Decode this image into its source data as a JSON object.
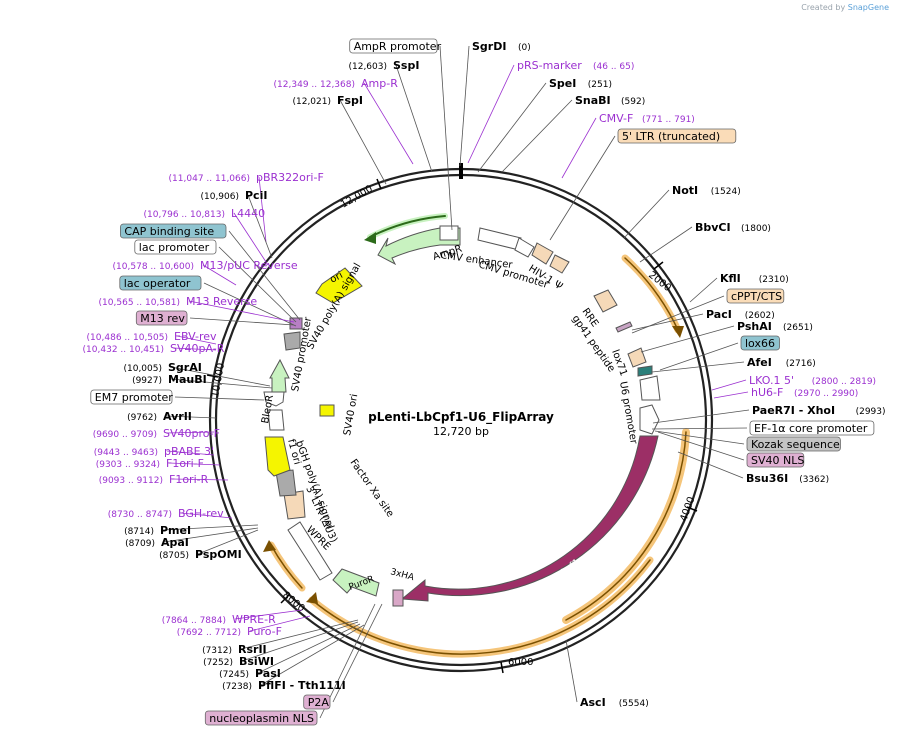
{
  "credit": {
    "prefix": "Created by",
    "brand": "SnapGene"
  },
  "plasmid": {
    "name": "pLenti-LbCpf1-U6_FlipArray",
    "size": "12,720 bp",
    "length": 12720
  },
  "colors": {
    "enzyme": "#000000",
    "primer": "#9b30d0",
    "line_grey": "#555555",
    "cds_pink": "#9c2f66",
    "promoter_white": "#ffffff",
    "resistance_green": "#c8f2c0",
    "ori_yellow": "#f5f500",
    "misc_orange": "#f5d9b8",
    "annotation_gold": "#f0a818"
  },
  "ticks": [
    {
      "label": "2000"
    },
    {
      "label": "4000"
    },
    {
      "label": "6000"
    },
    {
      "label": "8000"
    },
    {
      "label": "10,000"
    },
    {
      "label": "12,000"
    }
  ],
  "labels": [
    {
      "name": "AmpR promoter",
      "pos": "",
      "kind": "boxed-white"
    },
    {
      "name": "SgrDI",
      "pos": "(0)",
      "kind": "enzyme"
    },
    {
      "name": "SspI",
      "pos": "(12,603)",
      "kind": "enzyme-left"
    },
    {
      "name": "pRS-marker",
      "pos": "(46 .. 65)",
      "kind": "primer"
    },
    {
      "name": "Amp-R",
      "pos": "(12,349 .. 12,368)",
      "kind": "primer-left"
    },
    {
      "name": "SpeI",
      "pos": "(251)",
      "kind": "enzyme"
    },
    {
      "name": "FspI",
      "pos": "(12,021)",
      "kind": "enzyme-left"
    },
    {
      "name": "SnaBI",
      "pos": "(592)",
      "kind": "enzyme"
    },
    {
      "name": "CMV-F",
      "pos": "(771 .. 791)",
      "kind": "primer"
    },
    {
      "name": "5' LTR (truncated)",
      "pos": "",
      "kind": "boxed-orange"
    },
    {
      "name": "pBR322ori-F",
      "pos": "(11,047 .. 11,066)",
      "kind": "primer-left"
    },
    {
      "name": "PciI",
      "pos": "(10,906)",
      "kind": "enzyme-left"
    },
    {
      "name": "NotI",
      "pos": "(1524)",
      "kind": "enzyme"
    },
    {
      "name": "L4440",
      "pos": "(10,796 .. 10,813)",
      "kind": "primer-left"
    },
    {
      "name": "BbvCI",
      "pos": "(1800)",
      "kind": "enzyme"
    },
    {
      "name": "CAP binding site",
      "pos": "",
      "kind": "boxed-teal"
    },
    {
      "name": "lac promoter",
      "pos": "",
      "kind": "boxed-white"
    },
    {
      "name": "M13/pUC Reverse",
      "pos": "(10,578 .. 10,600)",
      "kind": "primer-left"
    },
    {
      "name": "KflI",
      "pos": "(2310)",
      "kind": "enzyme"
    },
    {
      "name": "lac operator",
      "pos": "",
      "kind": "boxed-teal"
    },
    {
      "name": "cPPT/CTS",
      "pos": "",
      "kind": "boxed-orange"
    },
    {
      "name": "M13 Reverse",
      "pos": "(10,565 .. 10,581)",
      "kind": "primer-left"
    },
    {
      "name": "PacI",
      "pos": "(2602)",
      "kind": "enzyme"
    },
    {
      "name": "M13 rev",
      "pos": "",
      "kind": "boxed-purple"
    },
    {
      "name": "PshAI",
      "pos": "(2651)",
      "kind": "enzyme"
    },
    {
      "name": "EBV-rev",
      "pos": "(10,486 .. 10,505)",
      "kind": "primer-left"
    },
    {
      "name": "lox66",
      "pos": "",
      "kind": "boxed-teal"
    },
    {
      "name": "SV40pA-R",
      "pos": "(10,432 .. 10,451)",
      "kind": "primer-left"
    },
    {
      "name": "AfeI",
      "pos": "(2716)",
      "kind": "enzyme"
    },
    {
      "name": "SgrAI",
      "pos": "(10,005)",
      "kind": "enzyme-left"
    },
    {
      "name": "MauBI",
      "pos": "(9927)",
      "kind": "enzyme-left"
    },
    {
      "name": "LKO.1 5'",
      "pos": "(2800 .. 2819)",
      "kind": "primer"
    },
    {
      "name": "EM7 promoter",
      "pos": "",
      "kind": "boxed-white"
    },
    {
      "name": "hU6-F",
      "pos": "(2970 .. 2990)",
      "kind": "primer"
    },
    {
      "name": "PaeR7I - XhoI",
      "pos": "(2993)",
      "kind": "enzyme"
    },
    {
      "name": "AvrII",
      "pos": "(9762)",
      "kind": "enzyme-left"
    },
    {
      "name": "EF-1α core promoter",
      "pos": "",
      "kind": "boxed-white"
    },
    {
      "name": "SV40pro-F",
      "pos": "(9690 .. 9709)",
      "kind": "primer-left"
    },
    {
      "name": "Kozak sequence",
      "pos": "",
      "kind": "boxed-grey"
    },
    {
      "name": "pBABE 3'",
      "pos": "(9443 .. 9463)",
      "kind": "primer-left"
    },
    {
      "name": "SV40 NLS",
      "pos": "",
      "kind": "boxed-purple"
    },
    {
      "name": "F1ori-F",
      "pos": "(9303 .. 9324)",
      "kind": "primer-left"
    },
    {
      "name": "Bsu36I",
      "pos": "(3362)",
      "kind": "enzyme"
    },
    {
      "name": "F1ori-R",
      "pos": "(9093 .. 9112)",
      "kind": "primer-left"
    },
    {
      "name": "BGH-rev",
      "pos": "(8730 .. 8747)",
      "kind": "primer-left"
    },
    {
      "name": "PmeI",
      "pos": "(8714)",
      "kind": "enzyme-left"
    },
    {
      "name": "ApaI",
      "pos": "(8709)",
      "kind": "enzyme-left"
    },
    {
      "name": "PspOMI",
      "pos": "(8705)",
      "kind": "enzyme-left"
    },
    {
      "name": "WPRE-R",
      "pos": "(7864 .. 7884)",
      "kind": "primer-left"
    },
    {
      "name": "Puro-F",
      "pos": "(7692 .. 7712)",
      "kind": "primer-left"
    },
    {
      "name": "RsrII",
      "pos": "(7312)",
      "kind": "enzyme-left"
    },
    {
      "name": "BsiWI",
      "pos": "(7252)",
      "kind": "enzyme-left"
    },
    {
      "name": "PasI",
      "pos": "(7245)",
      "kind": "enzyme-left"
    },
    {
      "name": "PflFI - Tth111I",
      "pos": "(7238)",
      "kind": "enzyme-left"
    },
    {
      "name": "AscI",
      "pos": "(5554)",
      "kind": "enzyme"
    },
    {
      "name": "P2A",
      "pos": "",
      "kind": "boxed-purple"
    },
    {
      "name": "nucleoplasmin NLS",
      "pos": "",
      "kind": "boxed-purple"
    }
  ],
  "features": [
    {
      "name": "AmpR",
      "type": "resistance"
    },
    {
      "name": "ori",
      "type": "origin"
    },
    {
      "name": "CMV enhancer",
      "type": "promoter"
    },
    {
      "name": "CMV promoter",
      "type": "promoter"
    },
    {
      "name": "HIV-1 Ψ",
      "type": "misc"
    },
    {
      "name": "RRE",
      "type": "misc"
    },
    {
      "name": "gp41 peptide",
      "type": "misc"
    },
    {
      "name": "lox71",
      "type": "misc"
    },
    {
      "name": "U6 promoter",
      "type": "promoter"
    },
    {
      "name": "LbCpf1",
      "type": "cds"
    },
    {
      "name": "3xHA",
      "type": "cds"
    },
    {
      "name": "PuroR",
      "type": "resistance"
    },
    {
      "name": "WPRE",
      "type": "misc"
    },
    {
      "name": "3' LTR (ΔU3)",
      "type": "misc"
    },
    {
      "name": "bGH poly(A) signal",
      "type": "misc"
    },
    {
      "name": "f1 ori",
      "type": "origin"
    },
    {
      "name": "SV40 promoter",
      "type": "promoter"
    },
    {
      "name": "BleoR",
      "type": "resistance"
    },
    {
      "name": "SV40 poly(A) signal",
      "type": "misc"
    },
    {
      "name": "SV40 ori",
      "type": "origin"
    },
    {
      "name": "Factor Xa site",
      "type": "misc"
    }
  ]
}
